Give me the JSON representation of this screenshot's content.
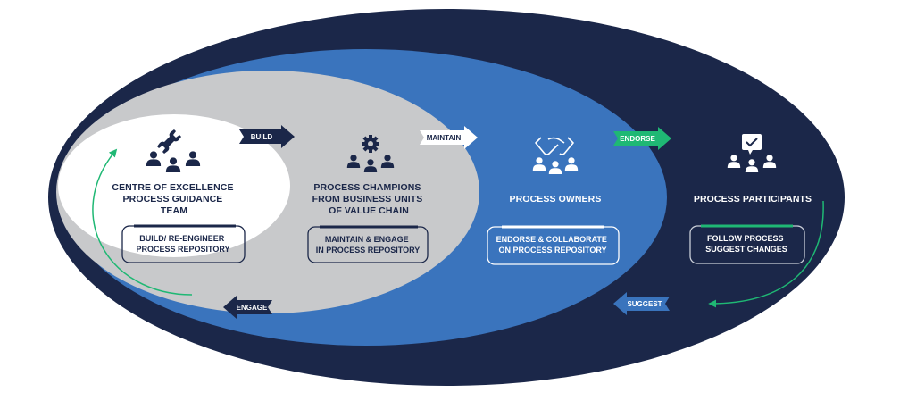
{
  "colors": {
    "outer": "#1b2749",
    "blue": "#3a74bd",
    "gray": "#c8c9cb",
    "white": "#ffffff",
    "navy_text": "#1b2749",
    "green": "#1fb874"
  },
  "layers": [
    {
      "id": "coe",
      "title_lines": [
        "CENTRE OF EXCELLENCE",
        "PROCESS GUIDANCE",
        "TEAM"
      ],
      "box_lines": [
        "BUILD/ RE-ENGINEER",
        "PROCESS REPOSITORY"
      ],
      "icon": "team-wrench-icon"
    },
    {
      "id": "champions",
      "title_lines": [
        "PROCESS CHAMPIONS",
        "FROM BUSINESS UNITS",
        "OF VALUE CHAIN"
      ],
      "box_lines": [
        "MAINTAIN & ENGAGE",
        "IN PROCESS REPOSITORY"
      ],
      "icon": "team-gear-icon"
    },
    {
      "id": "owners",
      "title_lines": [
        "PROCESS OWNERS"
      ],
      "box_lines": [
        "ENDORSE & COLLABORATE",
        "ON PROCESS REPOSITORY"
      ],
      "icon": "team-handshake-icon"
    },
    {
      "id": "participants",
      "title_lines": [
        "PROCESS PARTICIPANTS"
      ],
      "box_lines": [
        "FOLLOW  PROCESS",
        "SUGGEST CHANGES"
      ],
      "icon": "team-checkmark-icon"
    }
  ],
  "arrows": {
    "build": "BUILD",
    "maintain": "MAINTAIN",
    "endorse": "ENDORSE",
    "engage": "ENGAGE",
    "suggest": "SUGGEST"
  }
}
